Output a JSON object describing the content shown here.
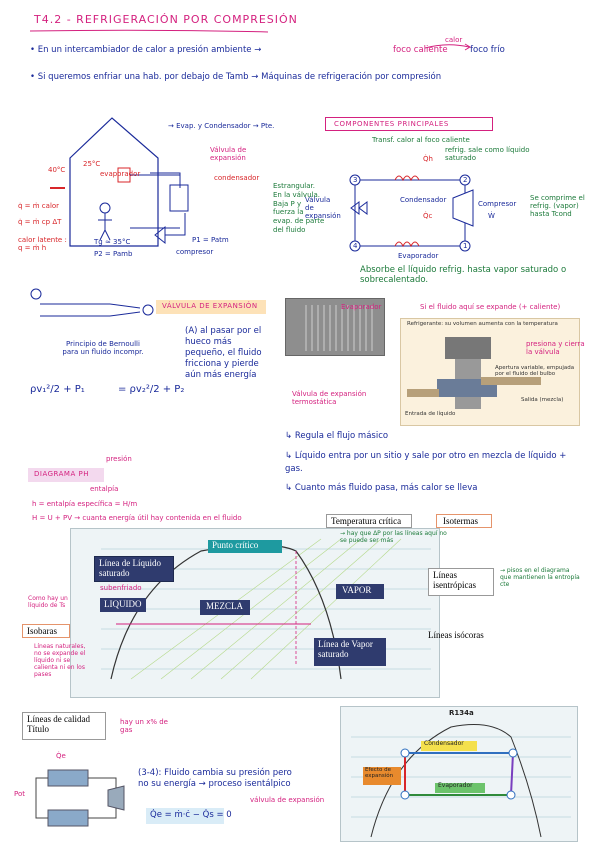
{
  "title": "T4.2 - REFRIGERACIÓN POR COMPRESIÓN",
  "intro": {
    "line1": "• En un intercambiador de calor a presión ambiente →",
    "line1_hot": "foco caliente",
    "line1_heat": "calor",
    "line1_cold": "foco frío",
    "line2": "• Si queremos enfriar una hab. por debajo de Tamb → Máquinas de refrigeración por compresión"
  },
  "house": {
    "evap_cond": "→ Evap. y Condensador → Pte.",
    "valve": "Válvula de expansión",
    "cond": "condensador",
    "evap": "evaporador",
    "compressor": "compresor",
    "t_out": "40°C",
    "t_in": "25°C",
    "q_cold": "q̇ = ṁ calor",
    "q_formula": "q̇ = ṁ cp ΔT",
    "latent": "calor latente : q = ṁ h",
    "p1": "P1 = Patm",
    "tg": "Tg ≈ 35°C",
    "p2": "P2 = Pamb"
  },
  "components": {
    "header": "COMPONENTES PRINCIPALES",
    "transfer": "Transf. calor al foco caliente",
    "transfer2": "refrig. sale como líquido saturado",
    "cond": "Condensador",
    "evap": "Evaporador",
    "valve": "Válvula de expansión",
    "compression": "Compresor",
    "qh": "Q̇h",
    "qc": "Q̇c",
    "w": "Ẇ",
    "estrang": "Estrangular. En la válvula. Baja P y fuerza la evap. de parte del fluido",
    "compress_note": "Se comprime el refrig. (vapor) hasta Tcond",
    "absorb": "Absorbe el líquido refrig. hasta vapor saturado o sobrecalentado.",
    "n1": "1",
    "n2": "2",
    "n3": "3",
    "n4": "4"
  },
  "valve_section": {
    "header": "VÁLVULA DE EXPANSIÓN",
    "bern": "Principio de Bernoulli para un fluido incompr.",
    "bern_eq_l": "ρv₁²/2 + P₁",
    "bern_eq_r": "= ρv₂²/2 + P₂",
    "note": "(A) al pasar por el hueco más pequeño, el fluido fricciona y pierde aún más energía",
    "label_evap": "Evaporador",
    "if_fluid": "Si el fluido aquí se expande (+ caliente)",
    "refrig": "Refrigerante: su volumen aumenta con la temperatura",
    "pres": "presiona y cierra la válvula",
    "aperture": "Apertura variable, empujada por el fluido del bulbo",
    "out": "Salida (mezcla)",
    "in": "Entrada de líquido",
    "thermostatic": "Válvula de expansión termostática",
    "b1": "↳ Regula el flujo másico",
    "b2": "↳ Líquido entra por un sitio y sale por otro en mezcla de líquido + gas.",
    "b3": "↳ Cuanto más fluido pasa, más calor se lleva"
  },
  "ph": {
    "header": "DIAGRAMA PH",
    "presion": "presión",
    "entalpia": "entalpía",
    "h_def": "h = entalpía específica = H/m",
    "h_eq": "H = U + PV → cuanta energía útil hay contenida en el fluido",
    "critical_temp": "Temperatura crítica",
    "isotherms": "Isotermas",
    "isentropic": "Líneas isentrópicas",
    "isochoric": "Líneas isócoras",
    "crit_point": "Punto crítico",
    "liq_line": "Línea de Líquido saturado",
    "vap_line": "Línea de Vapor saturado",
    "liquid": "LIQUIDO",
    "mix": "MEZCLA",
    "vapor": "VAPOR",
    "isobars": "Isobaras",
    "quality": "Líneas de calidad Título",
    "subcooled": "subenfriado",
    "iso_note": "→ hay que ΔP por las líneas aquí no se puede ser más",
    "isen_note": "→ pisos en el diagrama que mantienen la entropía cte",
    "gas_note": "hay un x% de gas",
    "isob_note": "Como hay un líquido de Ts",
    "liq_note": "Líneas naturales, no se expande el líquido ni se calienta ni en los pases",
    "chart_title": "R134a",
    "cond_label": "Condensador",
    "evap_label": "Evaporador",
    "valve_label": "Efecto de expansión",
    "fluid_note": "(3-4): Fluido cambia su presión pero no su energía → proceso isentálpico",
    "valve_note": "válvula de expansión",
    "energy": "Q̇e = ṁ·ċ − Q̇s = 0",
    "qe": "Q̇e",
    "pot": "Pot"
  },
  "colors": {
    "blue": "#1a2a9a",
    "pink": "#d4217f",
    "green": "#1c7a3a",
    "red": "#d8262a",
    "navy_box": "#2f3b6e",
    "teal": "#1e9aa0"
  }
}
